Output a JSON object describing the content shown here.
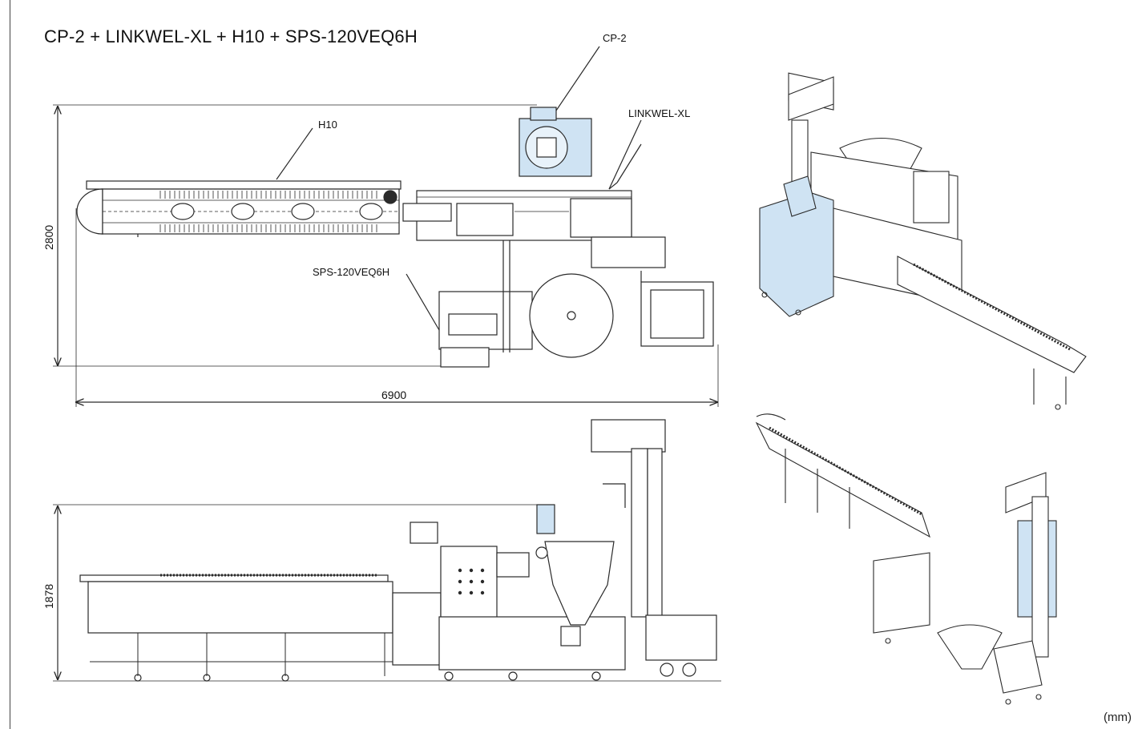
{
  "title": "CP-2 + LINKWEL-XL + H10 + SPS-120VEQ6H",
  "labels": {
    "cp2": "CP-2",
    "linkwel": "LINKWEL-XL",
    "h10": "H10",
    "sps": "SPS-120VEQ6H"
  },
  "dimensions": {
    "top_depth": "2800",
    "top_length": "6900",
    "side_height": "1878"
  },
  "unit": "(mm)",
  "colors": {
    "line": "#2a2a2a",
    "fill_blue": "#cfe3f3",
    "fill_gray": "#e6e6e6"
  }
}
